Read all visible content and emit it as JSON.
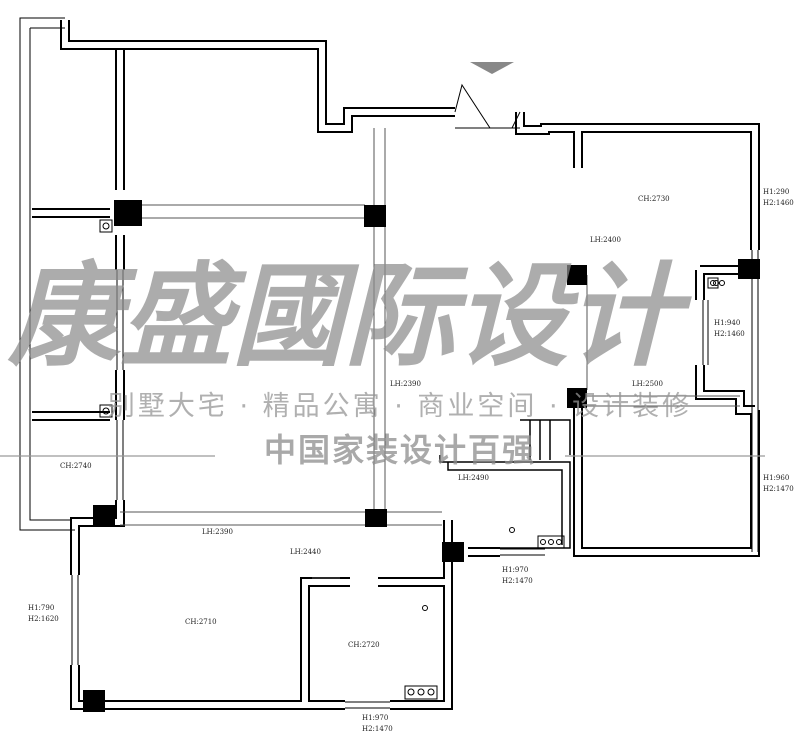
{
  "watermark": {
    "brand": "康盛國际设计",
    "services": "别墅大宅 · 精品公寓 · 商业空间 · 设计装修",
    "tagline": "中国家装设计百强"
  },
  "labels": {
    "ch_top_right": "CH:2730",
    "win_right_top_h1": "H1:290",
    "win_right_top_h2": "H2:1460",
    "lh_2400": "LH:2400",
    "win_mid_right_h1": "H1:940",
    "win_mid_right_h2": "H2:1460",
    "lh_2390_vertical": "LH:2390",
    "lh_2500": "LH:2500",
    "ch_left": "CH:2740",
    "lh_2490": "LH:2490",
    "win_right_bottom_h1": "H1:960",
    "win_right_bottom_h2": "H2:1470",
    "lh_2390_horizontal": "LH:2390",
    "lh_2440": "LH:2440",
    "win_center_h1": "H1:970",
    "win_center_h2": "H2:1470",
    "win_left_h1": "H1:790",
    "win_left_h2": "H2:1620",
    "ch_bottom_left": "CH:2710",
    "ch_bottom_mid": "CH:2720",
    "win_bottom_h1": "H1:970",
    "win_bottom_h2": "H2:1470"
  },
  "colors": {
    "wall": "#000000",
    "column": "#000000",
    "watermark": "#8c8c8c"
  }
}
